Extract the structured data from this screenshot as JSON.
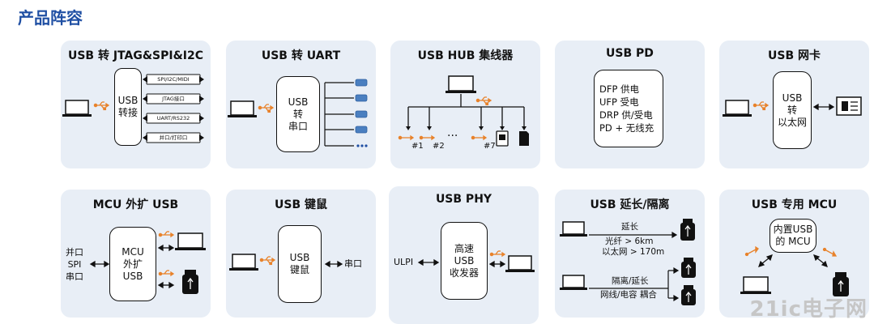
{
  "page_title": "产品阵容",
  "colors": {
    "title": "#1f4fa3",
    "card": "#e8eef6",
    "usb_icon": "#e8822a"
  },
  "cards": {
    "jtag": {
      "title": "USB 转 JTAG&SPI&I2C",
      "box": "USB\n转接",
      "arrows": [
        "SPI/I2C/MIDI",
        "JTAG接口",
        "UART/RS232",
        "并口/打印口"
      ]
    },
    "uart": {
      "title": "USB 转 UART",
      "box": "USB\n转\n串口"
    },
    "hub": {
      "title": "USB HUB 集线器",
      "ports": [
        "#1",
        "#2",
        "#7"
      ],
      "dots": "..."
    },
    "pd": {
      "title": "USB PD",
      "lines": [
        "DFP  供电",
        "UFP  受电",
        "DRP  供/受电",
        "PD + 无线充"
      ]
    },
    "netcard": {
      "title": "USB 网卡",
      "box": "USB\n转\n以太网"
    },
    "mcu_ext": {
      "title": "MCU 外扩 USB",
      "box": "MCU\n外扩\nUSB",
      "left_lines": [
        "并口",
        "SPI",
        "串口"
      ]
    },
    "kbd": {
      "title": "USB 键鼠",
      "box": "USB\n键鼠",
      "right_label": "串口"
    },
    "phy": {
      "title": "USB PHY",
      "box": "高速\nUSB\n收发器",
      "left_label": "ULPI"
    },
    "ext": {
      "title": "USB 延长/隔离",
      "top_label": "延长",
      "top_detail": [
        "光纤  > 6km",
        "以太网 > 170m"
      ],
      "bottom_label": "隔离/延长",
      "bottom_detail": "网线/电容  耦合"
    },
    "mcu_dedicated": {
      "title": "USB 专用 MCU",
      "box": "内置USB\n的 MCU"
    }
  },
  "watermark": "21ic电子网"
}
